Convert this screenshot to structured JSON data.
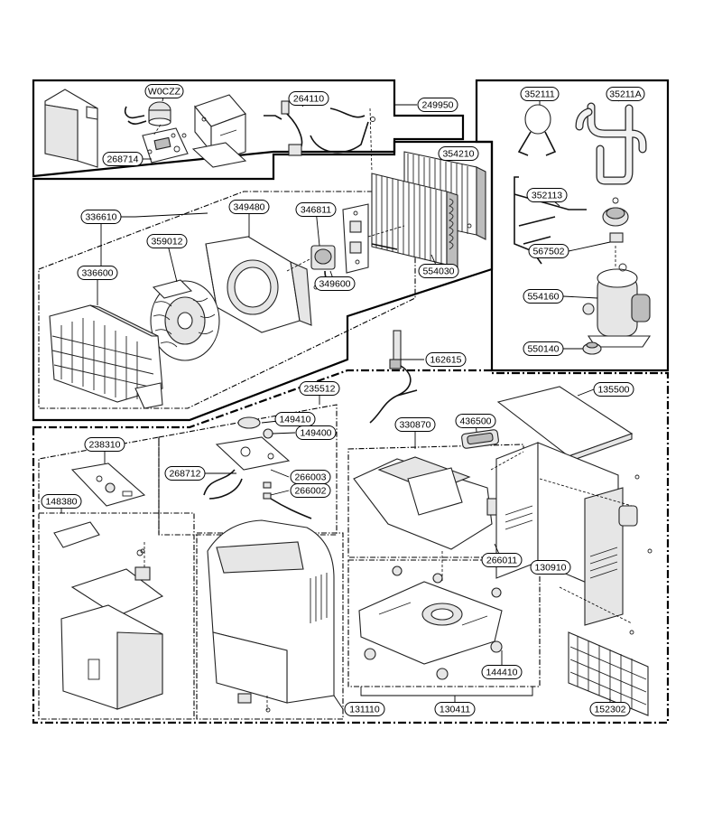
{
  "diagram": {
    "labels": [
      {
        "id": "W0CZZ"
      },
      {
        "id": "264110"
      },
      {
        "id": "249950"
      },
      {
        "id": "268714"
      },
      {
        "id": "352111"
      },
      {
        "id": "35211A"
      },
      {
        "id": "354210"
      },
      {
        "id": "352113"
      },
      {
        "id": "336610"
      },
      {
        "id": "349480"
      },
      {
        "id": "346811"
      },
      {
        "id": "359012"
      },
      {
        "id": "567502"
      },
      {
        "id": "336600"
      },
      {
        "id": "554030"
      },
      {
        "id": "349600"
      },
      {
        "id": "554160"
      },
      {
        "id": "550140"
      },
      {
        "id": "162615"
      },
      {
        "id": "235512"
      },
      {
        "id": "135500"
      },
      {
        "id": "149410"
      },
      {
        "id": "149400"
      },
      {
        "id": "330870"
      },
      {
        "id": "436500"
      },
      {
        "id": "238310"
      },
      {
        "id": "268712"
      },
      {
        "id": "266003"
      },
      {
        "id": "266002"
      },
      {
        "id": "148380"
      },
      {
        "id": "266011"
      },
      {
        "id": "130910"
      },
      {
        "id": "144410"
      },
      {
        "id": "131110"
      },
      {
        "id": "130411"
      },
      {
        "id": "152302"
      }
    ]
  }
}
